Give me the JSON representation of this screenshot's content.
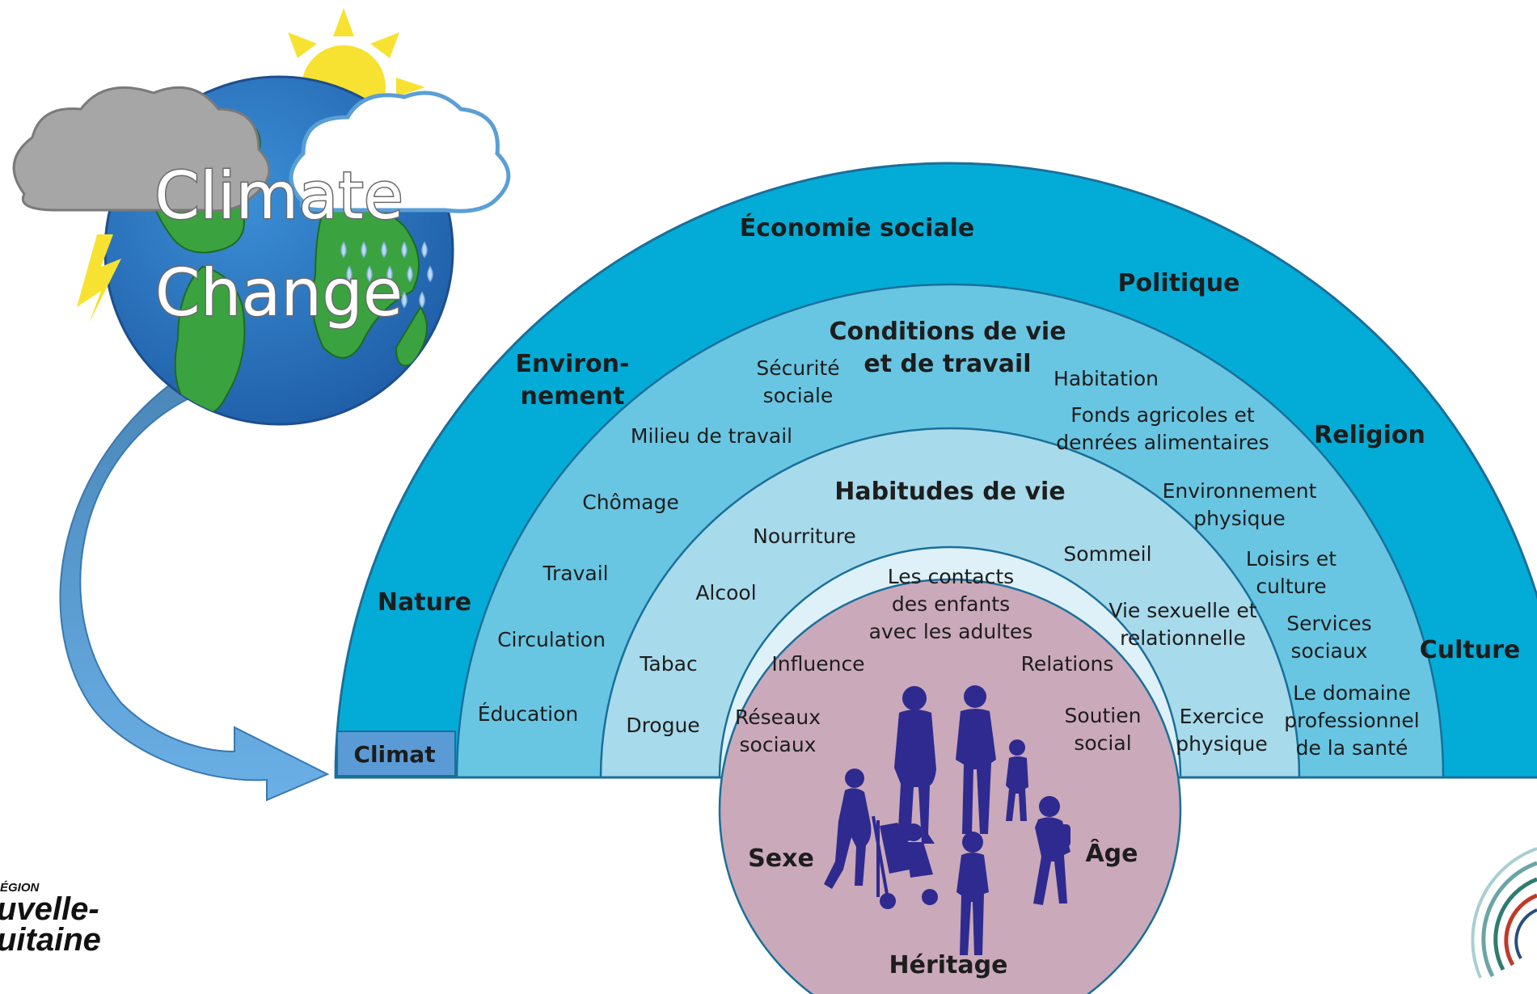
{
  "globe": {
    "title_line1": "Climate",
    "title_line2": "Change"
  },
  "climat_box": "Climat",
  "outer_ring": {
    "title": "Économie sociale",
    "items": {
      "politique": "Politique",
      "religion": "Religion",
      "culture": "Culture",
      "environnement_1": "Environ-",
      "environnement_2": "nement",
      "nature": "Nature"
    }
  },
  "living_conditions_ring": {
    "title_1": "Conditions de vie",
    "title_2": "et de travail",
    "items": {
      "securite_1": "Sécurité",
      "securite_2": "sociale",
      "habitation": "Habitation",
      "fonds_1": "Fonds agricoles et",
      "fonds_2": "denrées alimentaires",
      "milieu": "Milieu de travail",
      "chomage": "Chômage",
      "travail": "Travail",
      "circulation": "Circulation",
      "education": "Éducation",
      "envphys_1": "Environnement",
      "envphys_2": "physique",
      "loisirs_1": "Loisirs et",
      "loisirs_2": "culture",
      "services_1": "Services",
      "services_2": "sociaux",
      "domaine_1": "Le domaine",
      "domaine_2": "professionnel",
      "domaine_3": "de la santé"
    }
  },
  "lifestyle_ring": {
    "title": "Habitudes de vie",
    "items": {
      "nourriture": "Nourriture",
      "sommeil": "Sommeil",
      "alcool": "Alcool",
      "tabac": "Tabac",
      "drogue": "Drogue",
      "vie_1": "Vie sexuelle et",
      "vie_2": "relationnelle",
      "exercice_1": "Exercice",
      "exercice_2": "physique"
    }
  },
  "social_ring": {
    "items": {
      "contacts_1": "Les contacts",
      "contacts_2": "des enfants",
      "contacts_3": "avec les adultes",
      "influence": "Influence",
      "relations": "Relations",
      "reseaux_1": "Réseaux",
      "reseaux_2": "sociaux",
      "soutien_1": "Soutien",
      "soutien_2": "social"
    }
  },
  "core": {
    "sexe": "Sexe",
    "age": "Âge",
    "heritage": "Héritage"
  },
  "logo": {
    "line1": "ÉGION",
    "line2": "uvelle-",
    "line3": "uitaine"
  },
  "colors": {
    "outer_ring": "#03acd6",
    "living_ring": "#69c6e2",
    "lifestyle_ring": "#a7daeb",
    "social_ring": "#def1f8",
    "core": "#caa9ba",
    "figures": "#2e2a8f",
    "climat_box": "#5b9bd5",
    "arrow": "#5d9ccf",
    "globe_ocean": "#2f7bc3",
    "globe_land": "#3aa23f",
    "sun": "#f7e231"
  }
}
